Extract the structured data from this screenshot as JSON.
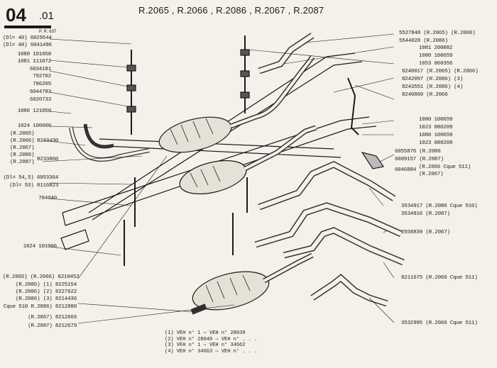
{
  "header": {
    "page_number": "04",
    "page_sub": ".01",
    "title": "R.2065 , R.2066 , R.2086 , R.2067 , R.2087",
    "pr_ref": "P. R. 637"
  },
  "left_labels": [
    "(Dl= 40) 6029544",
    "(Dl= 48) 6041496",
    "1080 101058",
    "1081 111072",
    "6034181",
    "792702",
    "786205",
    "6044783",
    "6020733",
    "1080 121050",
    "1024 100606",
    "(R.2065)",
    "(R.2066)",
    "(R.2067)",
    "(R.2086)",
    "(R.2087)",
    "8233430",
    "8233860",
    "(Dl= 54,5) 6053364",
    "(Dl= 53) 8116823",
    "784040",
    "1024 101006"
  ],
  "right_labels": [
    "5527848 (R.2065) (R.2066)",
    "5544028 (R.2086)",
    "1081 200882",
    "1080 100659",
    "1053 060356",
    "8240017 (R.2065) (R.2066)",
    "8242097 (R.2086) (3)",
    "8243551 (R.2086) (4)",
    "8240860 (R.2066",
    "1080 100659",
    "1023 080209",
    "1080 100659",
    "1023 080209",
    "6055876 (R.2086",
    "6089157 (R.2087)",
    "6046884",
    "(R.2066 Cque 511)",
    "(R.2067)",
    "3534917 (R.2086 Cque 510)",
    "3534916 (R.2087)",
    "2558839 (R.2067)",
    "8211675 (R.2066 Cque 511)",
    "3532995 (R.2066 Cque 511)"
  ],
  "bottom_left_labels": [
    "(R.2065) (R.2066) 8210452",
    "(R.2086) (1) 8225154",
    "(R.2086) (2) 8227622",
    "(R.2086) (3) 8214436",
    "Cque 510 R.2086) 8212880",
    "(R.2067) 8212666",
    "(R.2087) 8212679"
  ],
  "legend": [
    "(1) VEH n°      1  ⇨ VEH n° 28039",
    "(2) VEH n° 28040  ⇨ VEH n° . . .",
    "(3) VEH n°      1  ⇨ VEH n° 34662",
    "(4) VEH n° 34663  ⇨ VEH n° . . ."
  ],
  "colors": {
    "ink": "#1a1a1a",
    "paper": "#f4f1ea"
  }
}
